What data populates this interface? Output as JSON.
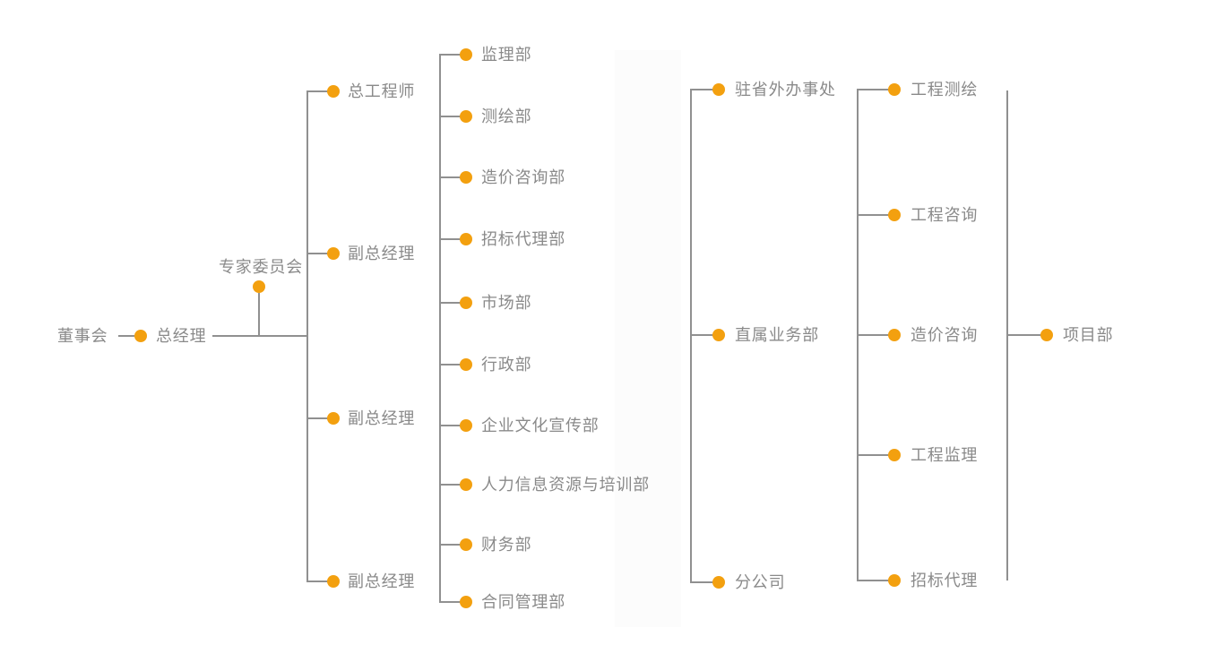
{
  "colors": {
    "accent": "#F3A00F",
    "line": "#909090",
    "text": "#8A8A8A",
    "background": "#FFFFFF"
  },
  "org": {
    "board": "董事会",
    "general_manager": "总经理",
    "expert_committee": "专家委员会",
    "executives": [
      "总工程师",
      "副总经理",
      "副总经理",
      "副总经理"
    ],
    "departments": [
      "监理部",
      "测绘部",
      "造价咨询部",
      "招标代理部",
      "市场部",
      "行政部",
      "企业文化宣传部",
      "人力信息资源与培训部",
      "财务部",
      "合同管理部"
    ],
    "business_units": [
      "驻省外办事处",
      "直属业务部",
      "分公司"
    ],
    "service_lines": [
      "工程测绘",
      "工程咨询",
      "造价咨询",
      "工程监理",
      "招标代理"
    ],
    "project_department": "项目部"
  }
}
